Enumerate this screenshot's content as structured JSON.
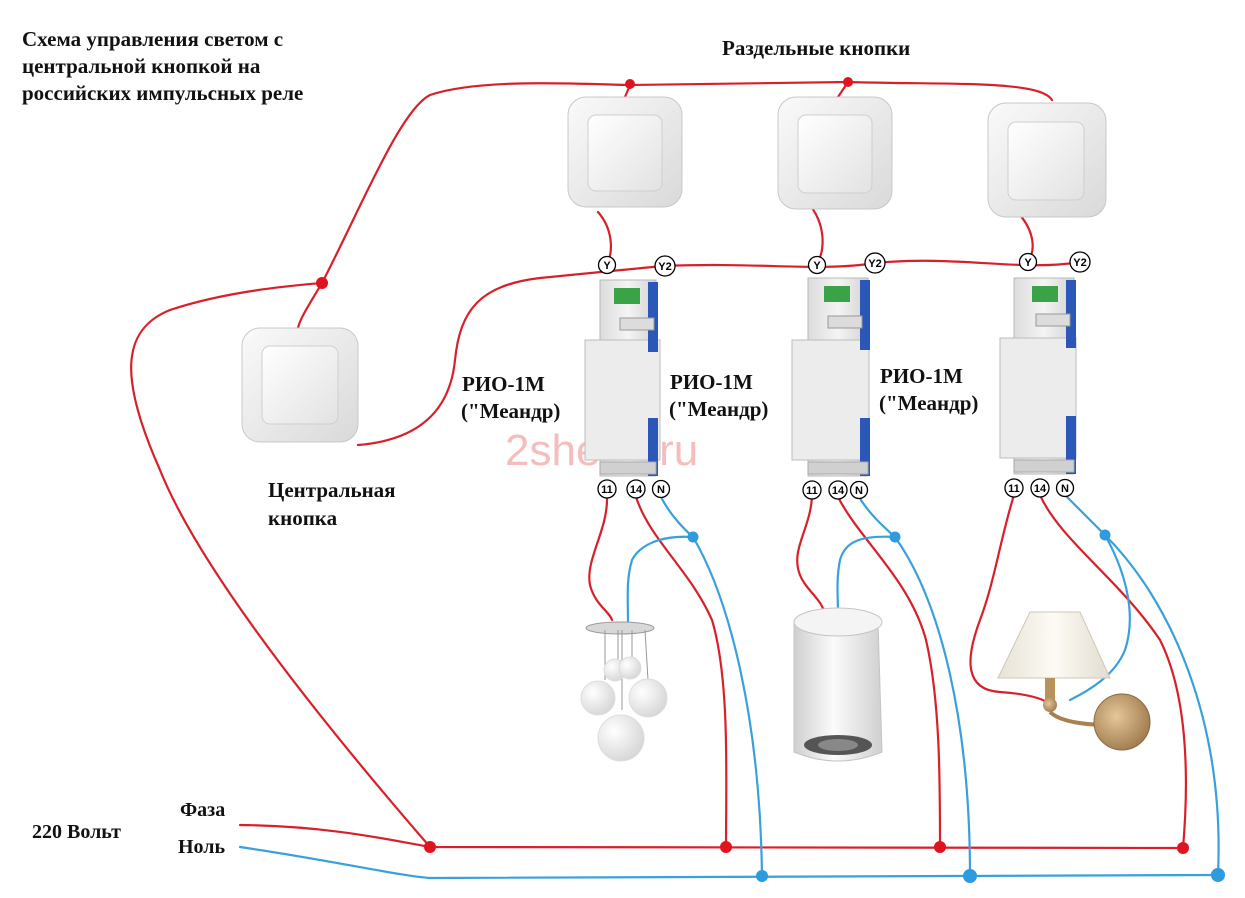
{
  "title_lines": [
    "Схема управления светом с",
    "центральной кнопкой на",
    "российских импульсных реле"
  ],
  "separate_buttons_label": "Раздельные кнопки",
  "central_button_label": [
    "Центральная",
    "кнопка"
  ],
  "relays": [
    {
      "name": "РИО-1М",
      "brand": "(\"Меандр)"
    },
    {
      "name": "РИО-1М",
      "brand": "(\"Меандр)"
    },
    {
      "name": "РИО-1М",
      "brand": "(\"Меандр)"
    }
  ],
  "terminals": {
    "y": "Y",
    "y2": "Y2",
    "t11": "11",
    "t14": "14",
    "n": "N"
  },
  "supply": {
    "voltage": "220 Вольт",
    "phase": "Фаза",
    "neutral": "Ноль"
  },
  "watermark": "2shemi.ru",
  "colors": {
    "phase": "#d8202a",
    "neutral": "#3aa0dc",
    "node_phase": "#e0141e",
    "node_neutral": "#2d9be0"
  }
}
